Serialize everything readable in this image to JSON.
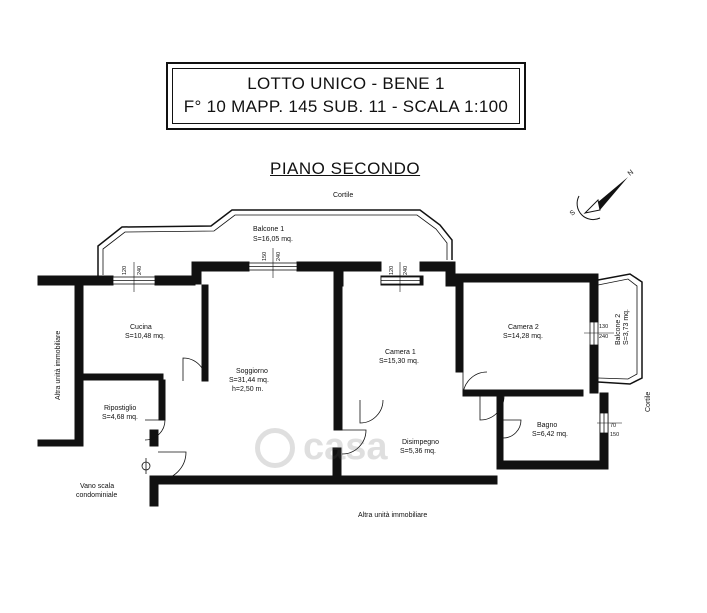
{
  "title": {
    "line1": "LOTTO UNICO - BENE 1",
    "line2": "F° 10 MAPP. 145  SUB. 11 - SCALA 1:100"
  },
  "floor": "PIANO SECONDO",
  "compass": {
    "north_label": "N",
    "south_label": "S",
    "icon": "compass-arrow-icon"
  },
  "rooms": {
    "balcone1": {
      "name": "Balcone 1",
      "area": "S=16,05 mq."
    },
    "cucina": {
      "name": "Cucina",
      "area": "S=10,48 mq."
    },
    "soggiorno": {
      "name": "Soggiorno",
      "area": "S=31,44 mq.",
      "height": "h=2,50 m."
    },
    "camera1": {
      "name": "Camera 1",
      "area": "S=15,30 mq."
    },
    "camera2": {
      "name": "Camera 2",
      "area": "S=14,28 mq."
    },
    "balcone2": {
      "name": "Balcone 2",
      "area": "S=3,73 mq."
    },
    "ripostiglio": {
      "name": "Ripostiglio",
      "area": "S=4,68 mq."
    },
    "bagno": {
      "name": "Bagno",
      "area": "S=6,42 mq."
    },
    "disimpegno": {
      "name": "Disimpegno",
      "area": "S=5,36 mq."
    }
  },
  "surroundings": {
    "cortile_top": "Cortile",
    "cortile_right": "Cortile",
    "altra_unita_left": "Altra unità immobiliare",
    "altra_unita_bottom": "Altra unità immobiliare",
    "vano_scala_1": "Vano scala",
    "vano_scala_2": "condominiale"
  },
  "window_dims": {
    "w1_top": "120",
    "w1_bottom": "240",
    "w2_top": "150",
    "w2_bottom": "240",
    "w3_top": "120",
    "w3_bottom": "240",
    "w4_top": "130",
    "w4_bottom": "240",
    "w5_top": "70",
    "w5_bottom": "150"
  },
  "watermark": "casa"
}
